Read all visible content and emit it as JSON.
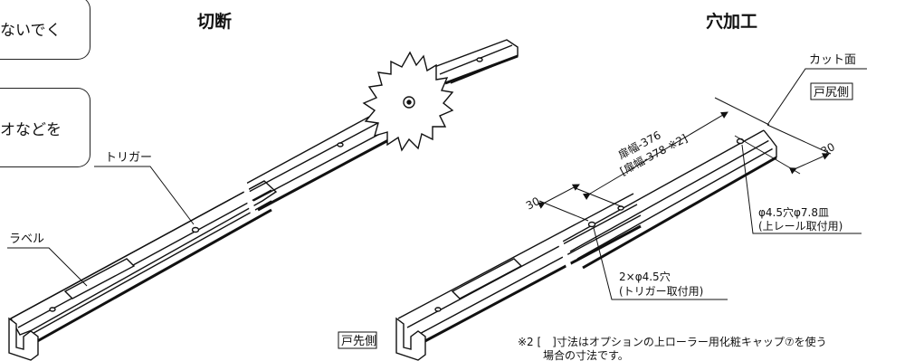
{
  "callouts": {
    "top": "ないでく",
    "middle": "オなどを"
  },
  "left": {
    "title": "切断",
    "trigger_label": "トリガー",
    "label_label": "ラベル",
    "tosaki_label": "戸先側"
  },
  "right": {
    "title": "穴加工",
    "cut_face_label": "カット面",
    "tojiri_label": "戸尻側",
    "dim_width_1": "扉幅-376",
    "dim_width_2": "[扉幅-378 ※2]",
    "dim_30_left": "30",
    "dim_30_right": "30",
    "hole_upper_1": "φ4.5穴φ7.8皿",
    "hole_upper_2": "(上レール取付用)",
    "hole_trigger_1": "2×φ4.5穴",
    "hole_trigger_2": "(トリガー取付用)"
  },
  "footnote": {
    "line1": "※2 [　]寸法はオプションの上ローラー用化粧キャップ⑦を使う",
    "line2": "場合の寸法です。"
  }
}
